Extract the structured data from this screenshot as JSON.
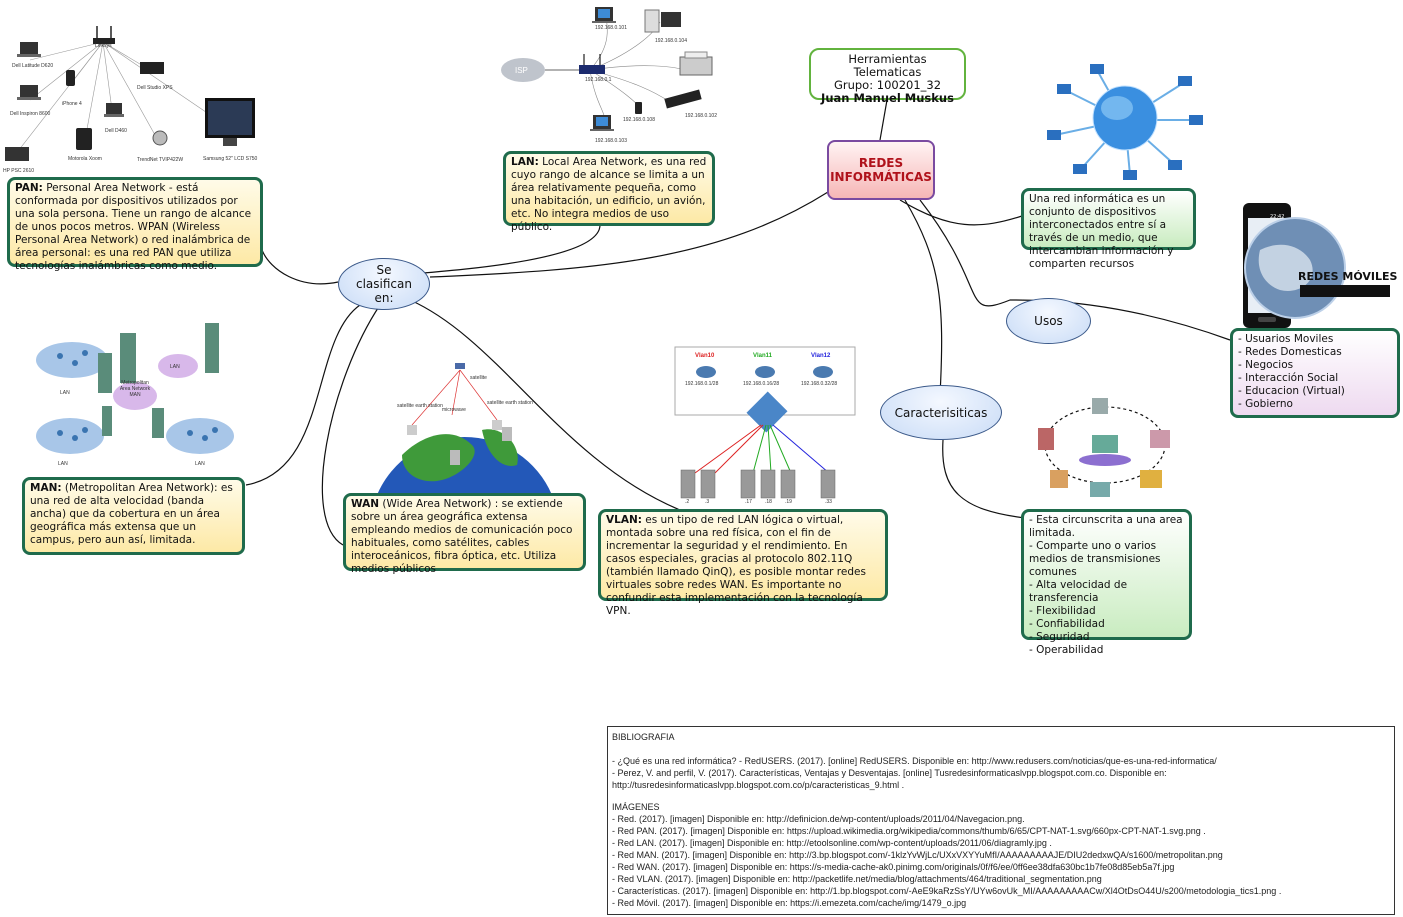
{
  "root": {
    "line1": "REDES",
    "line2": "INFORMÁTICAS"
  },
  "author": {
    "line1": "Herramientas Telematicas",
    "line2": "Grupo: 100201_32",
    "name": "Juan Manuel Muskus"
  },
  "nodes": {
    "clasifican": "Se clasifican en:",
    "usos": "Usos",
    "caracteristicas": "Caracterisiticas"
  },
  "definition": "Una red informática es un conjunto de dispositivos interconectados entre sí a través de un medio, que intercambian información y comparten recursos",
  "pan": {
    "term": "PAN:",
    "text": " Personal Area Network - está conformada por dispositivos utilizados por una sola persona. Tiene un rango de alcance de unos pocos metros. WPAN (Wireless Personal Area Network) o red inalámbrica de área personal: es una red PAN que utiliza tecnologías inalámbricas como medio."
  },
  "lan": {
    "term": "LAN:",
    "text": " Local Area Network, es una red cuyo rango de alcance se limita a un área relativamente pequeña, como una habitación, un edificio, un avión, etc. No integra medios de uso público."
  },
  "man": {
    "term": "MAN:",
    "text": " (Metropolitan Area Network): es una red de alta velocidad (banda ancha) que da cobertura en un área geográfica más extensa que un campus, pero aun así, limitada."
  },
  "wan": {
    "term": "WAN",
    "text": " (Wide Area Network) : se extiende sobre un área geográfica extensa empleando medios de comunicación poco habituales, como satélites, cables interoceánicos, fibra óptica, etc. Utiliza medios públicos"
  },
  "vlan": {
    "term": "VLAN:",
    "text": " es un tipo de red LAN lógica o virtual, montada sobre una red física, con el fin de incrementar la seguridad y el rendimiento. En casos especiales, gracias al protocolo 802.11Q (también llamado QinQ), es posible montar redes virtuales sobre redes WAN. Es importante no confundir esta implementación con la tecnología VPN."
  },
  "usos_list": [
    "- Usuarios Moviles",
    "- Redes Domesticas",
    "- Negocios",
    "- Interacción Social",
    "- Educacion (Virtual)",
    "- Gobierno"
  ],
  "caract_list": [
    "- Esta circunscrita a una area limitada.",
    "- Comparte uno o varios medios de transmisiones comunes",
    "- Alta velocidad de transferencia",
    "- Flexibilidad",
    "- Confiabilidad",
    "- Seguridad",
    "- Operabilidad"
  ],
  "images": {
    "pan_labels": [
      "Linksys",
      "Dell Latitude D620",
      "iPhone 4",
      "Dell Studio XPS",
      "Dell Inspiron 8600",
      "Dell D460",
      "Motorola Xoom",
      "TrendNet TVIP422W",
      "Samsung 52\" LCD S750",
      "HP PSC 2610"
    ],
    "lan_labels": [
      "ISP",
      "192.168.0.101",
      "192.168.0.104",
      "192.168.0.1",
      "192.168.0.108",
      "192.168.0.103",
      "192.168.0.102"
    ],
    "man_labels": [
      "LAN",
      "Metropolitan Area Network MAN",
      "LAN",
      "LAN",
      "LAN"
    ],
    "wan_labels": [
      "satellite",
      "satellite earth station",
      "satellite earth station",
      "microwave"
    ],
    "vlan_names": [
      "Vlan10",
      "Vlan11",
      "Vlan12"
    ],
    "vlan_nets": [
      "192.168.0.1/28",
      "192.168.0.16/28",
      "192.168.0.32/28"
    ],
    "vlan_ports": [
      ".2",
      ".3",
      ".17",
      ".18",
      ".19",
      ".33"
    ],
    "mobile_title": "REDES MÓVILES",
    "phone_time": "22:42"
  },
  "bibliography": {
    "heading": "BIBLIOGRAFIA",
    "refs": [
      "- ¿Qué es una red informática? - RedUSERS. (2017). [online] RedUSERS. Disponible en: http://www.redusers.com/noticias/que-es-una-red-informatica/",
      "- Perez, V. and perfil, V. (2017). Características, Ventajas y Desventajas. [online] Tusredesinformaticaslvpp.blogspot.com.co. Disponible en: http://tusredesinformaticaslvpp.blogspot.com.co/p/caracteristicas_9.html ."
    ],
    "images_heading": "IMÁGENES",
    "images": [
      "- Red. (2017). [imagen] Disponible en: http://definicion.de/wp-content/uploads/2011/04/Navegacion.png.",
      "- Red PAN. (2017). [imagen] Disponible en: https://upload.wikimedia.org/wikipedia/commons/thumb/6/65/CPT-NAT-1.svg/660px-CPT-NAT-1.svg.png .",
      "- Red LAN. (2017). [imagen] Disponible en: http://etoolsonline.com/wp-content/uploads/2011/06/diagramly.jpg .",
      "- Red MAN. (2017). [imagen] Disponible en: http://3.bp.blogspot.com/-1klzYvWjLc/UXxVXYYuMfI/AAAAAAAAAJE/DIU2dedxwQA/s1600/metropolitan.png",
      "- Red WAN. (2017). [imagen] Disponible en: https://s-media-cache-ak0.pinimg.com/originals/0f/f6/ee/0ff6ee38dfa630bc1b7fe08d85eb5a7f.jpg",
      "- Red VLAN. (2017). [imagen] Disponible en: http://packetlife.net/media/blog/attachments/464/traditional_segmentation.png",
      "- Características. (2017). [imagen] Disponible en: http://1.bp.blogspot.com/-AeE9kaRzSsY/UYw6ovUk_MI/AAAAAAAAACw/Xl4OtDsO44U/s200/metodologia_tics1.png .",
      "- Red Móvil. (2017). [imagen] Disponible en: https://i.emezeta.com/cache/img/1479_o.jpg"
    ]
  }
}
